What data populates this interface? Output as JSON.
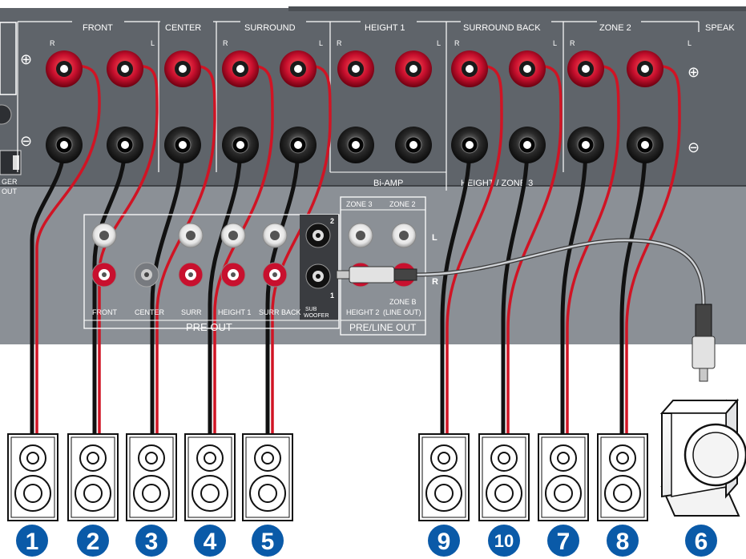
{
  "colors": {
    "panel_top": "#5f646a",
    "panel_bottom": "#8b9096",
    "terminal_red": "#c8102e",
    "terminal_black": "#1b1b1b",
    "cable_red": "#d01424",
    "cable_black": "#111111",
    "badge_blue": "#0a5aa8",
    "label_white": "#ffffff"
  },
  "speaker_labels": {
    "front": "FRONT",
    "center": "CENTER",
    "surround": "SURROUND",
    "height1": "HEIGHT 1",
    "surround_back": "SURROUND BACK",
    "zone2": "ZONE 2",
    "speakers_cut": "SPEAK",
    "r": "R",
    "l": "L",
    "bi_amp": "Bi-AMP",
    "height_zone3": "HEIGHT / ZONE 3",
    "plus": "⊕",
    "minus": "⊖"
  },
  "left_edge": {
    "line1": "GER",
    "line2": "OUT"
  },
  "pre_out": {
    "front": "FRONT",
    "center": "CENTER",
    "surr": "SURR",
    "height1": "HEIGHT 1",
    "surr_back": "SURR BACK",
    "subwoofer_1": "SUB",
    "subwoofer_2": "WOOFER",
    "title": "PRE OUT",
    "sub_ch_2": "2",
    "sub_ch_1": "1"
  },
  "pre_line_out": {
    "zone3": "ZONE 3",
    "zone2": "ZONE 2",
    "l": "L",
    "r": "R",
    "zone_b": "ZONE B",
    "height2": "HEIGHT 2",
    "line_out": "(LINE OUT)",
    "title": "PRE/LINE OUT"
  },
  "badges": [
    "1",
    "2",
    "3",
    "4",
    "5",
    "9",
    "10",
    "7",
    "8",
    "6"
  ],
  "icons": {
    "speaker": "bookshelf-speaker-icon",
    "subwoofer": "subwoofer-icon",
    "rca_plug": "rca-plug-icon"
  }
}
